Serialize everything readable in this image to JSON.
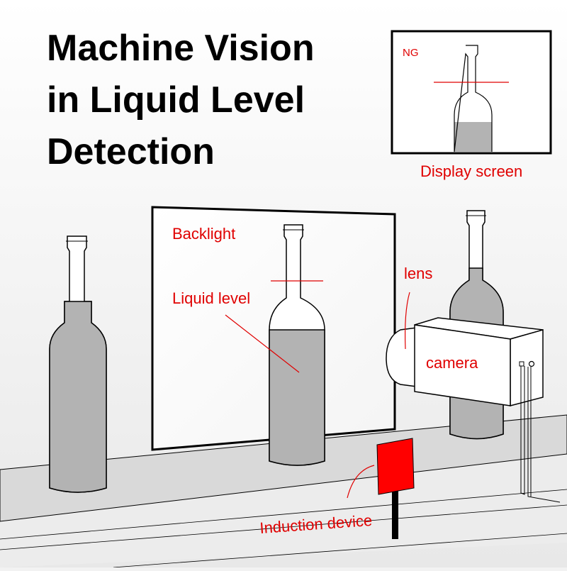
{
  "title": {
    "line1": "Machine Vision",
    "line2": "in Liquid Level",
    "line3": "Detection"
  },
  "display": {
    "status": "NG",
    "label": "Display screen",
    "fill_level": 0.28
  },
  "labels": {
    "backlight": "Backlight",
    "liquid_level": "Liquid level",
    "lens": "lens",
    "camera": "camera",
    "induction_device": "Induction device"
  },
  "colors": {
    "annotation": "#e00000",
    "liquid": "#b3b3b3",
    "outline": "#000000",
    "sensor": "#ff0000",
    "belt": "#d9d9d9"
  }
}
